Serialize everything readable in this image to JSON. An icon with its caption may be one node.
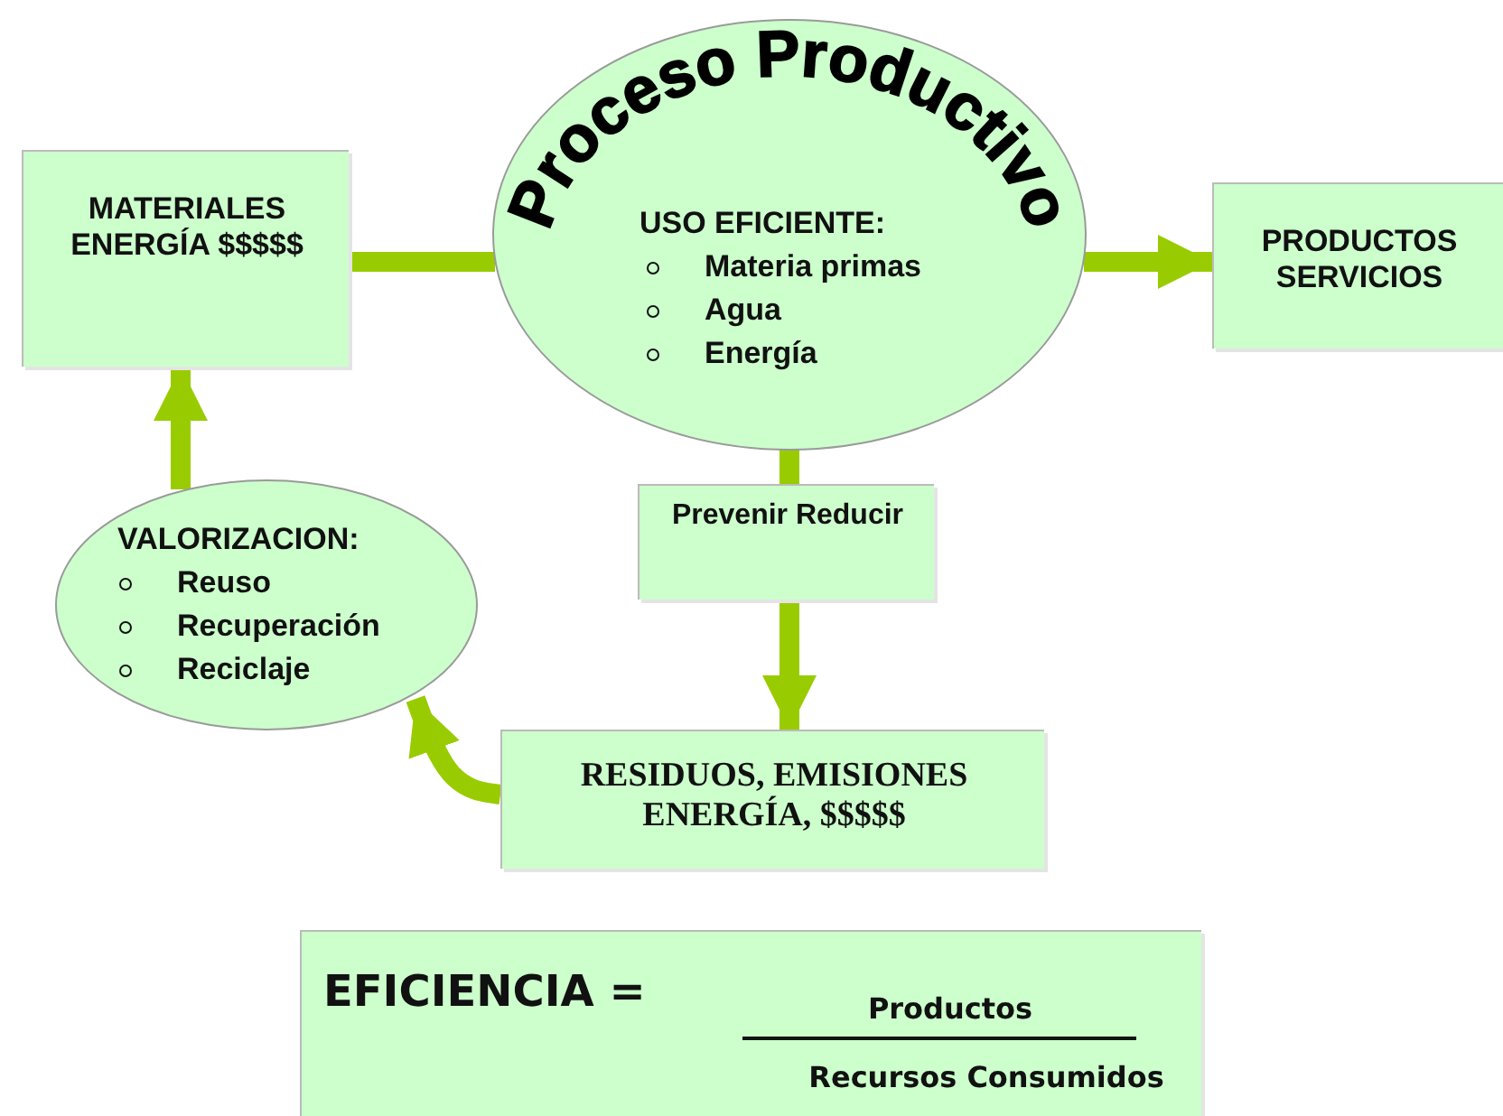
{
  "diagram": {
    "nodes": [
      {
        "text": [
          "MATERIALES ENERGÍA $$$$$"
        ]
      },
      {
        "text": [
          "Proceso Productivo",
          "USO EFICIENTE:",
          "Materia primas",
          "Agua",
          "Energía"
        ]
      },
      {
        "text": [
          "PRODUCTOS SERVICIOS"
        ]
      },
      {
        "text": [
          "Prevenir Reducir"
        ]
      },
      {
        "text": [
          "RESIDUOS, EMISIONES ENERGÍA, $$$$$"
        ]
      },
      {
        "text": [
          "VALORIZACION:",
          "Reuso",
          "Recuperación",
          "Reciclaje"
        ]
      },
      {
        "text": [
          "EFICIENCIA =",
          "Productos",
          "Recursos Consumidos"
        ]
      }
    ],
    "edges": [
      {
        "from": 0,
        "to": 1,
        "arrow": "none"
      },
      {
        "from": 1,
        "to": 2,
        "arrow": "to"
      },
      {
        "from": 1,
        "to": 3,
        "arrow": "none"
      },
      {
        "from": 3,
        "to": 4,
        "arrow": "to"
      },
      {
        "from": 4,
        "to": 5,
        "arrow": "to"
      },
      {
        "from": 5,
        "to": 0,
        "arrow": "to"
      }
    ]
  }
}
